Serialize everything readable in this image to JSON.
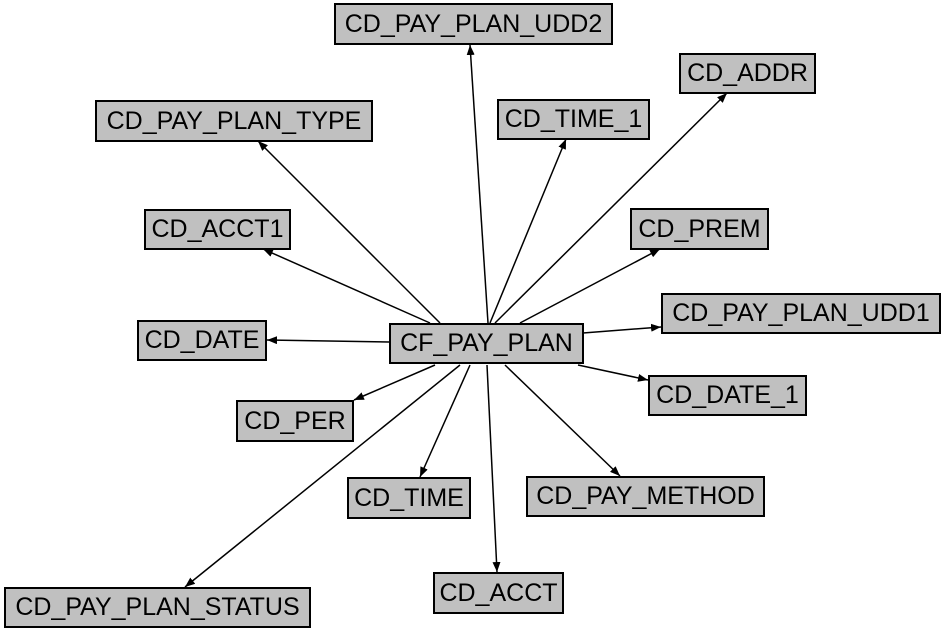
{
  "center": {
    "id": "center",
    "label": "CF_PAY_PLAN"
  },
  "nodes": [
    {
      "id": "udd2",
      "label": "CD_PAY_PLAN_UDD2"
    },
    {
      "id": "addr",
      "label": "CD_ADDR"
    },
    {
      "id": "type",
      "label": "CD_PAY_PLAN_TYPE"
    },
    {
      "id": "time1",
      "label": "CD_TIME_1"
    },
    {
      "id": "acct1",
      "label": "CD_ACCT1"
    },
    {
      "id": "prem",
      "label": "CD_PREM"
    },
    {
      "id": "udd1",
      "label": "CD_PAY_PLAN_UDD1"
    },
    {
      "id": "date",
      "label": "CD_DATE"
    },
    {
      "id": "date1",
      "label": "CD_DATE_1"
    },
    {
      "id": "per",
      "label": "CD_PER"
    },
    {
      "id": "time",
      "label": "CD_TIME"
    },
    {
      "id": "method",
      "label": "CD_PAY_METHOD"
    },
    {
      "id": "acct",
      "label": "CD_ACCT"
    },
    {
      "id": "status",
      "label": "CD_PAY_PLAN_STATUS"
    }
  ],
  "colors": {
    "node_fill": "#c0c0c0",
    "stroke": "#000000"
  }
}
